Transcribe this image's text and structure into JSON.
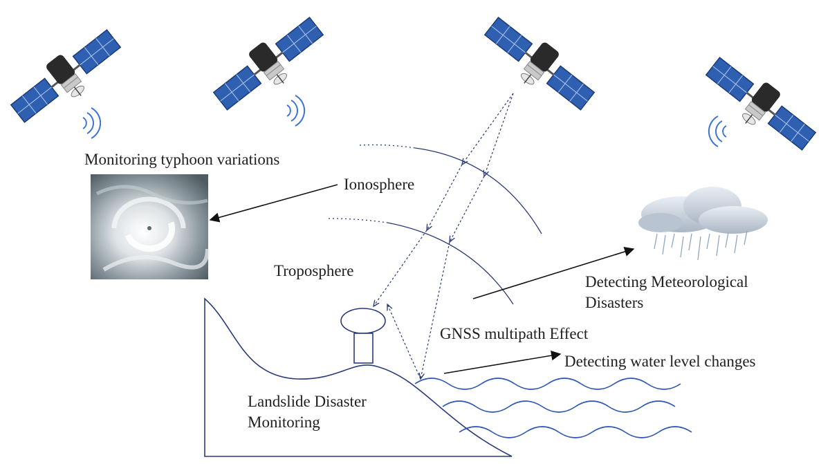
{
  "labels": {
    "typhoon": "Monitoring typhoon variations",
    "ionosphere": "Ionosphere",
    "troposphere": "Troposphere",
    "meteorological_line1": "Detecting Meteorological",
    "meteorological_line2": "Disasters",
    "gnss_multipath": "GNSS multipath Effect",
    "water_level": "Detecting water level changes",
    "landslide_line1": "Landslide Disaster",
    "landslide_line2": "Monitoring"
  },
  "icons": [
    "satellite-icon",
    "typhoon-image",
    "rain-cloud-icon",
    "water-tower-icon",
    "signal-waves-icon"
  ],
  "colors": {
    "panel_blue": "#2f5fb0",
    "panel_blue_light": "#4a7fd0",
    "body_dark": "#262626",
    "line_navy": "#2a3a78",
    "water_blue": "#2f56b0",
    "arrow_black": "#111111",
    "cloud_gray": "#b9c3cf"
  }
}
